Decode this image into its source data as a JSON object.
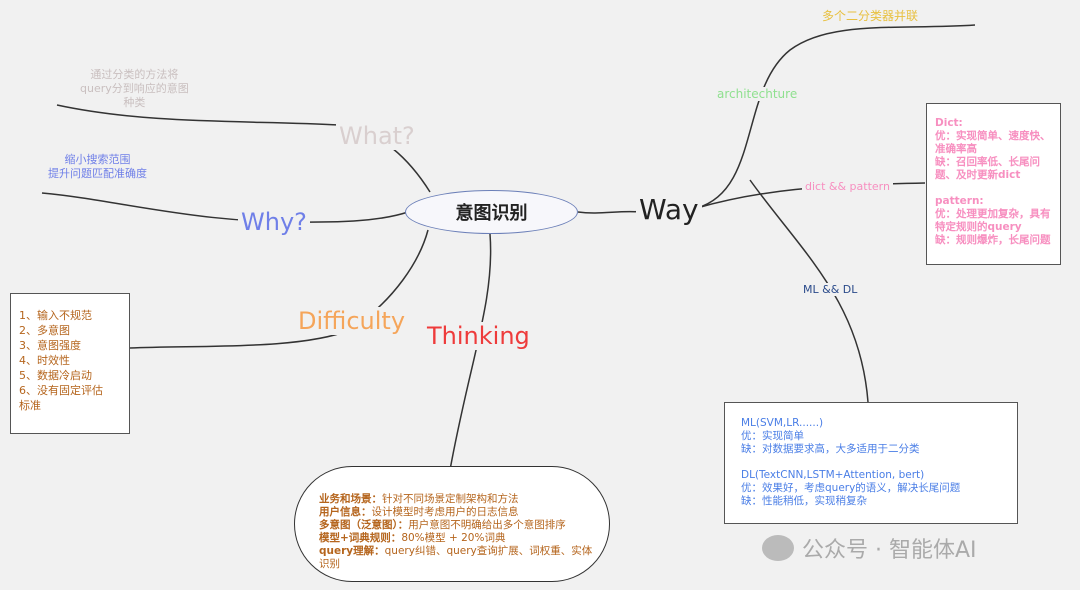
{
  "center": "意图识别",
  "what": {
    "label": "What?",
    "note": [
      "通过分类的方法将",
      "query分到响应的意图",
      "种类"
    ]
  },
  "why": {
    "label": "Why?",
    "note": [
      "缩小搜索范围",
      "提升问题匹配准确度"
    ]
  },
  "difficulty": {
    "label": "Difficulty",
    "items": [
      "1、输入不规范",
      "2、多意图",
      "3、意图强度",
      "4、时效性",
      "5、数据冷启动",
      "6、没有固定评估",
      "标准"
    ]
  },
  "thinking": {
    "label": "Thinking",
    "items": [
      {
        "k": "业务和场景：",
        "v": "针对不同场景定制架构和方法"
      },
      {
        "k": "用户信息：",
        "v": "设计模型时考虑用户的日志信息"
      },
      {
        "k": "多意图（泛意图）：",
        "v": "用户意图不明确给出多个意图排序"
      },
      {
        "k": "模型+词典规则：",
        "v": "80%模型 + 20%词典"
      },
      {
        "k": "query理解：",
        "v": "query纠错、query查询扩展、词权重、实体识别"
      }
    ]
  },
  "way": {
    "label": "Way",
    "architecture": {
      "label": "architechture",
      "note": "多个二分类器并联"
    },
    "dict": {
      "label": "dict && pattern",
      "lines": [
        "Dict:",
        "优：实现简单、速度快、",
        "准确率高",
        "缺：召回率低、长尾问",
        "题、及时更新dict",
        "",
        "pattern:",
        "优：处理更加复杂，具有",
        "特定规则的query",
        "缺：规则爆炸，长尾问题"
      ]
    },
    "ml": {
      "label": "ML && DL",
      "lines": [
        "ML(SVM,LR......)",
        "优：实现简单",
        "缺：对数据要求高，大多适用于二分类",
        "",
        "DL(TextCNN,LSTM+Attention, bert)",
        "优：效果好，考虑query的语义，解决长尾问题",
        "缺：性能稍低，实现稍复杂"
      ]
    }
  },
  "watermark": "公众号 · 智能体AI",
  "colors": {
    "what": "#d9cfcf",
    "why": "#6f7fe8",
    "difficulty": "#f5a55a",
    "thinking": "#ee3b3b",
    "dict": "#f78fc0",
    "ml": "#4a7ee6",
    "arch": "#8fe08f",
    "archnote": "#e8c040",
    "brown": "#b5651d"
  }
}
